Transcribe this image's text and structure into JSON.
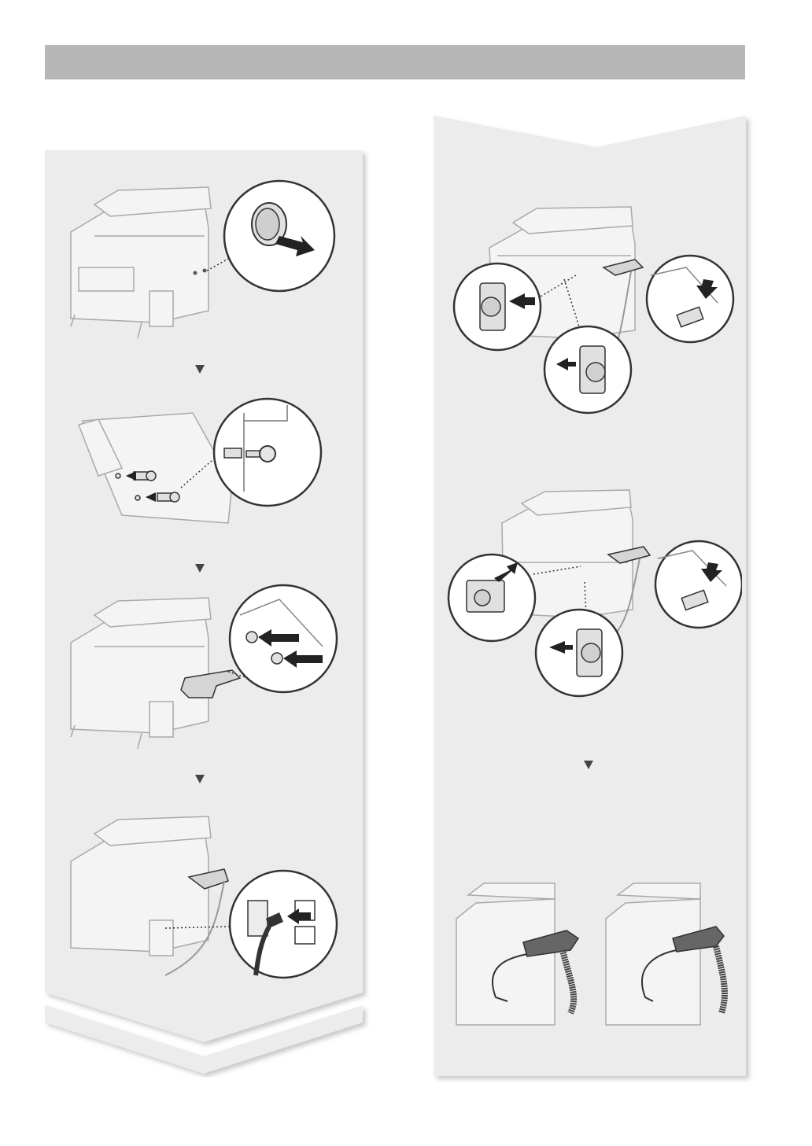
{
  "page": {
    "header_bar_color": "#b7b7b7",
    "panel_color": "#ececec",
    "arrow_color": "#444444"
  },
  "left_column": {
    "steps": [
      {
        "name": "remove-side-cap",
        "icon": "printer-side-cap-removal-icon"
      },
      {
        "name": "insert-screws-into-handset-holder",
        "icon": "handset-holder-screws-icon"
      },
      {
        "name": "attach-handset-holder",
        "icon": "handset-holder-attach-icon"
      },
      {
        "name": "connect-handset-cable",
        "icon": "handset-cable-connect-icon"
      }
    ]
  },
  "right_column": {
    "steps": [
      {
        "name": "attach-cable-clips-model-a",
        "icon": "cable-clip-attach-a-icon"
      },
      {
        "name": "attach-cable-clips-model-b",
        "icon": "cable-clip-attach-b-icon"
      },
      {
        "name": "route-handset-cord",
        "icon": "handset-cord-routing-icon"
      }
    ]
  }
}
